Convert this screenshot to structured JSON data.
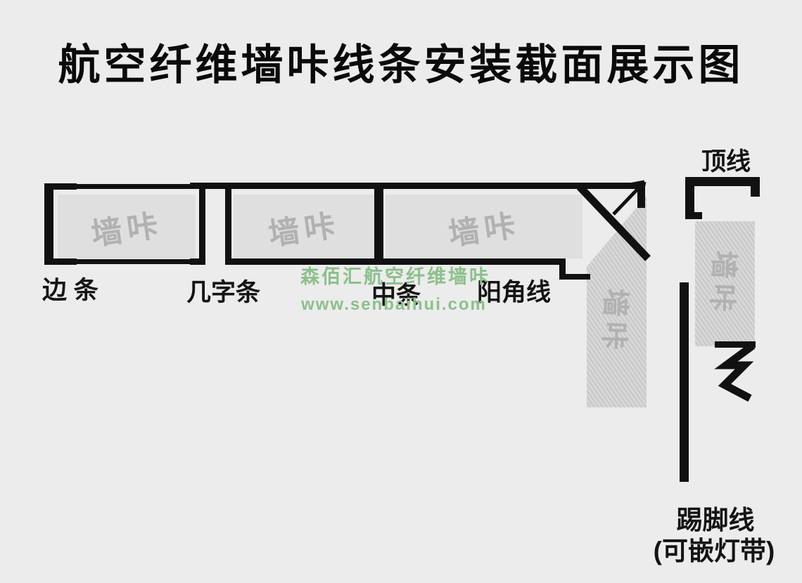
{
  "title": "航空纤维墙咔线条安装截面展示图",
  "panel_mark": "墙咔",
  "labels": {
    "edge_strip": "边 条",
    "h_strip": "几字条",
    "middle_strip": "中条",
    "outer_corner": "阳角线",
    "crown": "顶线",
    "skirting": "踢脚线",
    "skirting_note": "(可嵌灯带)"
  },
  "watermark": {
    "brand": "森佰汇航空纤维墙咔",
    "url": "www.senbaihui.com"
  },
  "colors": {
    "background": "#ececec",
    "profile_black": "#111111",
    "panel_gray": "#dfdfdf",
    "panel_mark_gray": "#b1b1b1",
    "watermark_green": "#8cc08c"
  }
}
